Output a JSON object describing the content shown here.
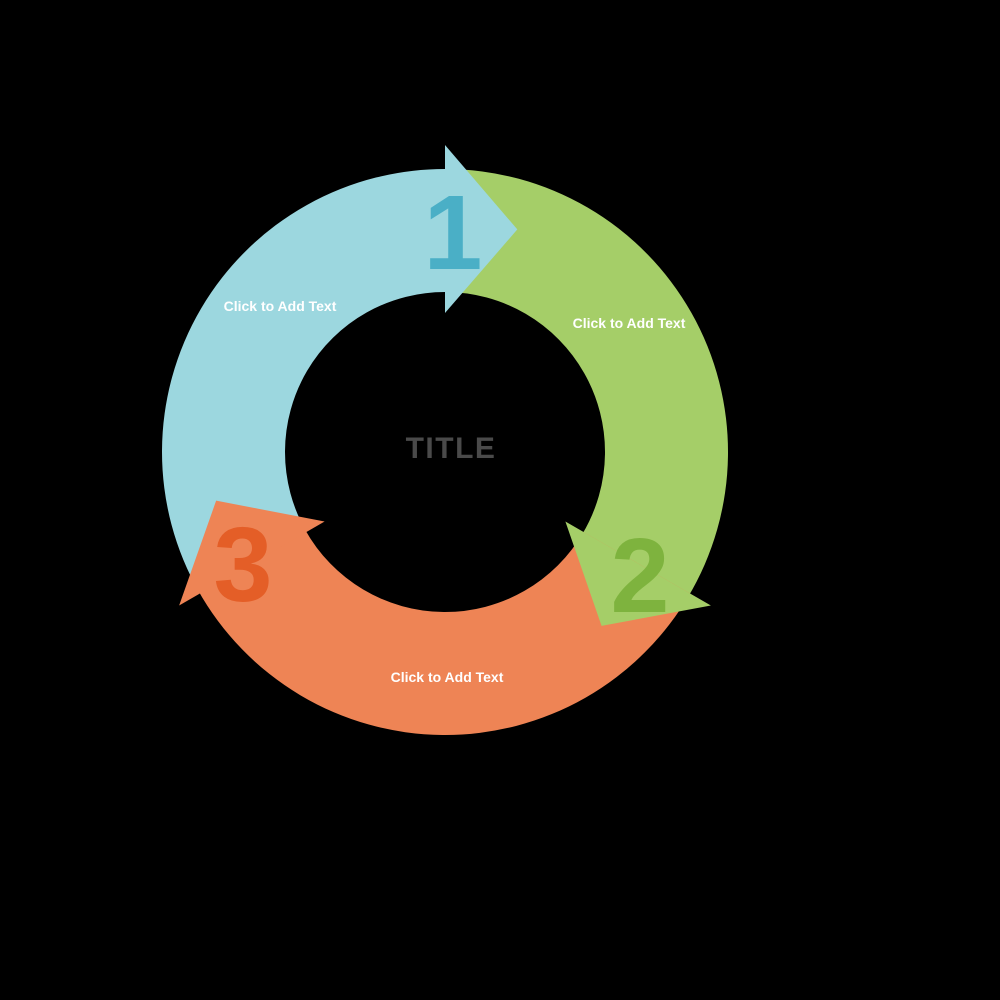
{
  "diagram": {
    "title": "TITLE",
    "type_hint": "3-step circular cycle diagram with arrow segments",
    "background_color": "#000000",
    "title_color": "#4A4A4A",
    "label_color": "#FFFFFF",
    "steps": [
      {
        "number": "1",
        "label": "Click to Add Text",
        "band_color": "#9CD7DF",
        "number_color": "#4AAFC6",
        "position": "top-left arc, arrowhead at top pointing clockwise-right"
      },
      {
        "number": "2",
        "label": "Click to Add Text",
        "band_color": "#A5CE68",
        "number_color": "#7EB33E",
        "position": "right arc, arrowhead at bottom-right pointing clockwise-down"
      },
      {
        "number": "3",
        "label": "Click to Add Text",
        "band_color": "#EE8455",
        "number_color": "#E45E27",
        "position": "bottom arc, arrowhead at left pointing clockwise-up"
      }
    ]
  }
}
